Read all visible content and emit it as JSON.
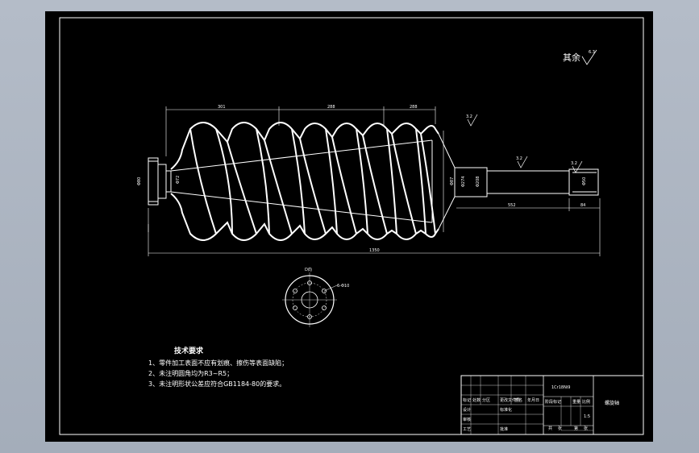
{
  "roughness": {
    "label": "其余",
    "value": "6.3"
  },
  "dimensions": {
    "seg_a": "301",
    "seg_b": "288",
    "seg_c": "288",
    "total_length": "1350",
    "shaft_length": "552",
    "end_length": "84",
    "dia_flange": "Φ80",
    "dia_start": "Φ72",
    "dia_large": "Φ274",
    "dia_mid": "Φ208",
    "dia_shaft": "Φ87",
    "dia_end": "Φ50",
    "roughness_1": "3.2",
    "roughness_2": "3.2",
    "roughness_3": "3.2"
  },
  "section": {
    "label": "D向",
    "callout": "6-Φ10"
  },
  "technical_requirements": {
    "heading": "技术要求",
    "items": [
      "1、零件加工表面不应有划痕、擦伤等表面缺陷；",
      "2、未注明圆角均为R3~R5；",
      "3、未注明形状公差应符合GB1184-80的要求。"
    ]
  },
  "title_block": {
    "material": "1Cr18Ni9",
    "part_name": "螺旋轴",
    "cells": [
      "标记",
      "处数",
      "分区",
      "更改文件号",
      "签名",
      "年月日"
    ],
    "row2": [
      "设计",
      "标准化"
    ],
    "row3": [
      "审核",
      "工艺",
      "批准"
    ],
    "stage": "阶段标记",
    "weight": "重量",
    "scale": "比例",
    "scale_value": "1:5",
    "sheets": [
      "共",
      "张",
      "第",
      "张"
    ]
  }
}
